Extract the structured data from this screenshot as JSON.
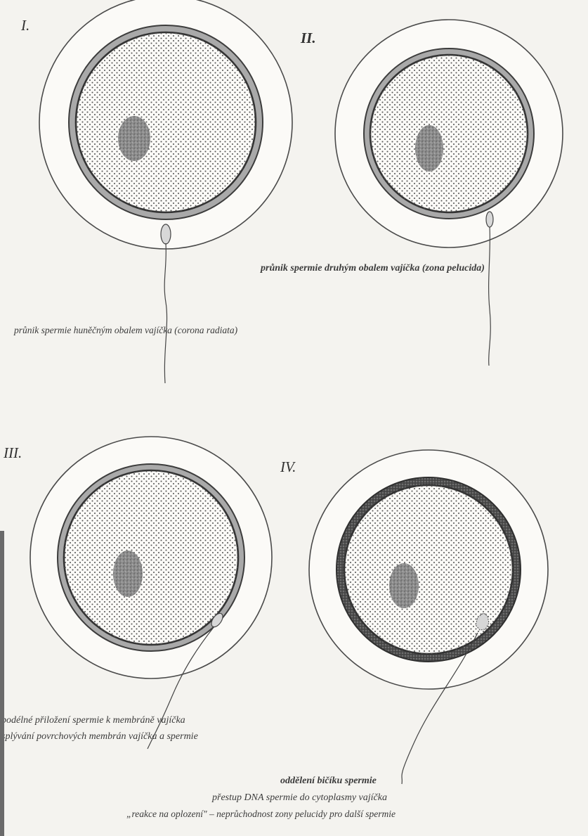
{
  "stages": [
    {
      "numeral": "I.",
      "captions": [
        "průnik spermie huněčným obalem vajíčka (corona radiata)"
      ]
    },
    {
      "numeral": "II.",
      "captions": [
        "průnik spermie druhým obalem vajíčka (zona pelucida)"
      ]
    },
    {
      "numeral": "III.",
      "captions": [
        "podélné přiložení spermie k membráně vajíčka",
        "splývání povrchových membrán vajíčka a spermie"
      ]
    },
    {
      "numeral": "IV.",
      "captions": [
        "oddělení bičíku spermie",
        "přestup DNA spermie do cytoplasmy vajíčka",
        "„reakce na oplození\" – neprůchodnost zony pelucidy pro další spermie"
      ]
    }
  ],
  "colors": {
    "outline": "#4a4a4a",
    "zona_band": "#a9a9a9",
    "zona_band_stage4": "#4d4d4d",
    "cytoplasm_dots": "#555555",
    "nucleus": "#8e8e8e",
    "background": "#f4f3ef"
  }
}
